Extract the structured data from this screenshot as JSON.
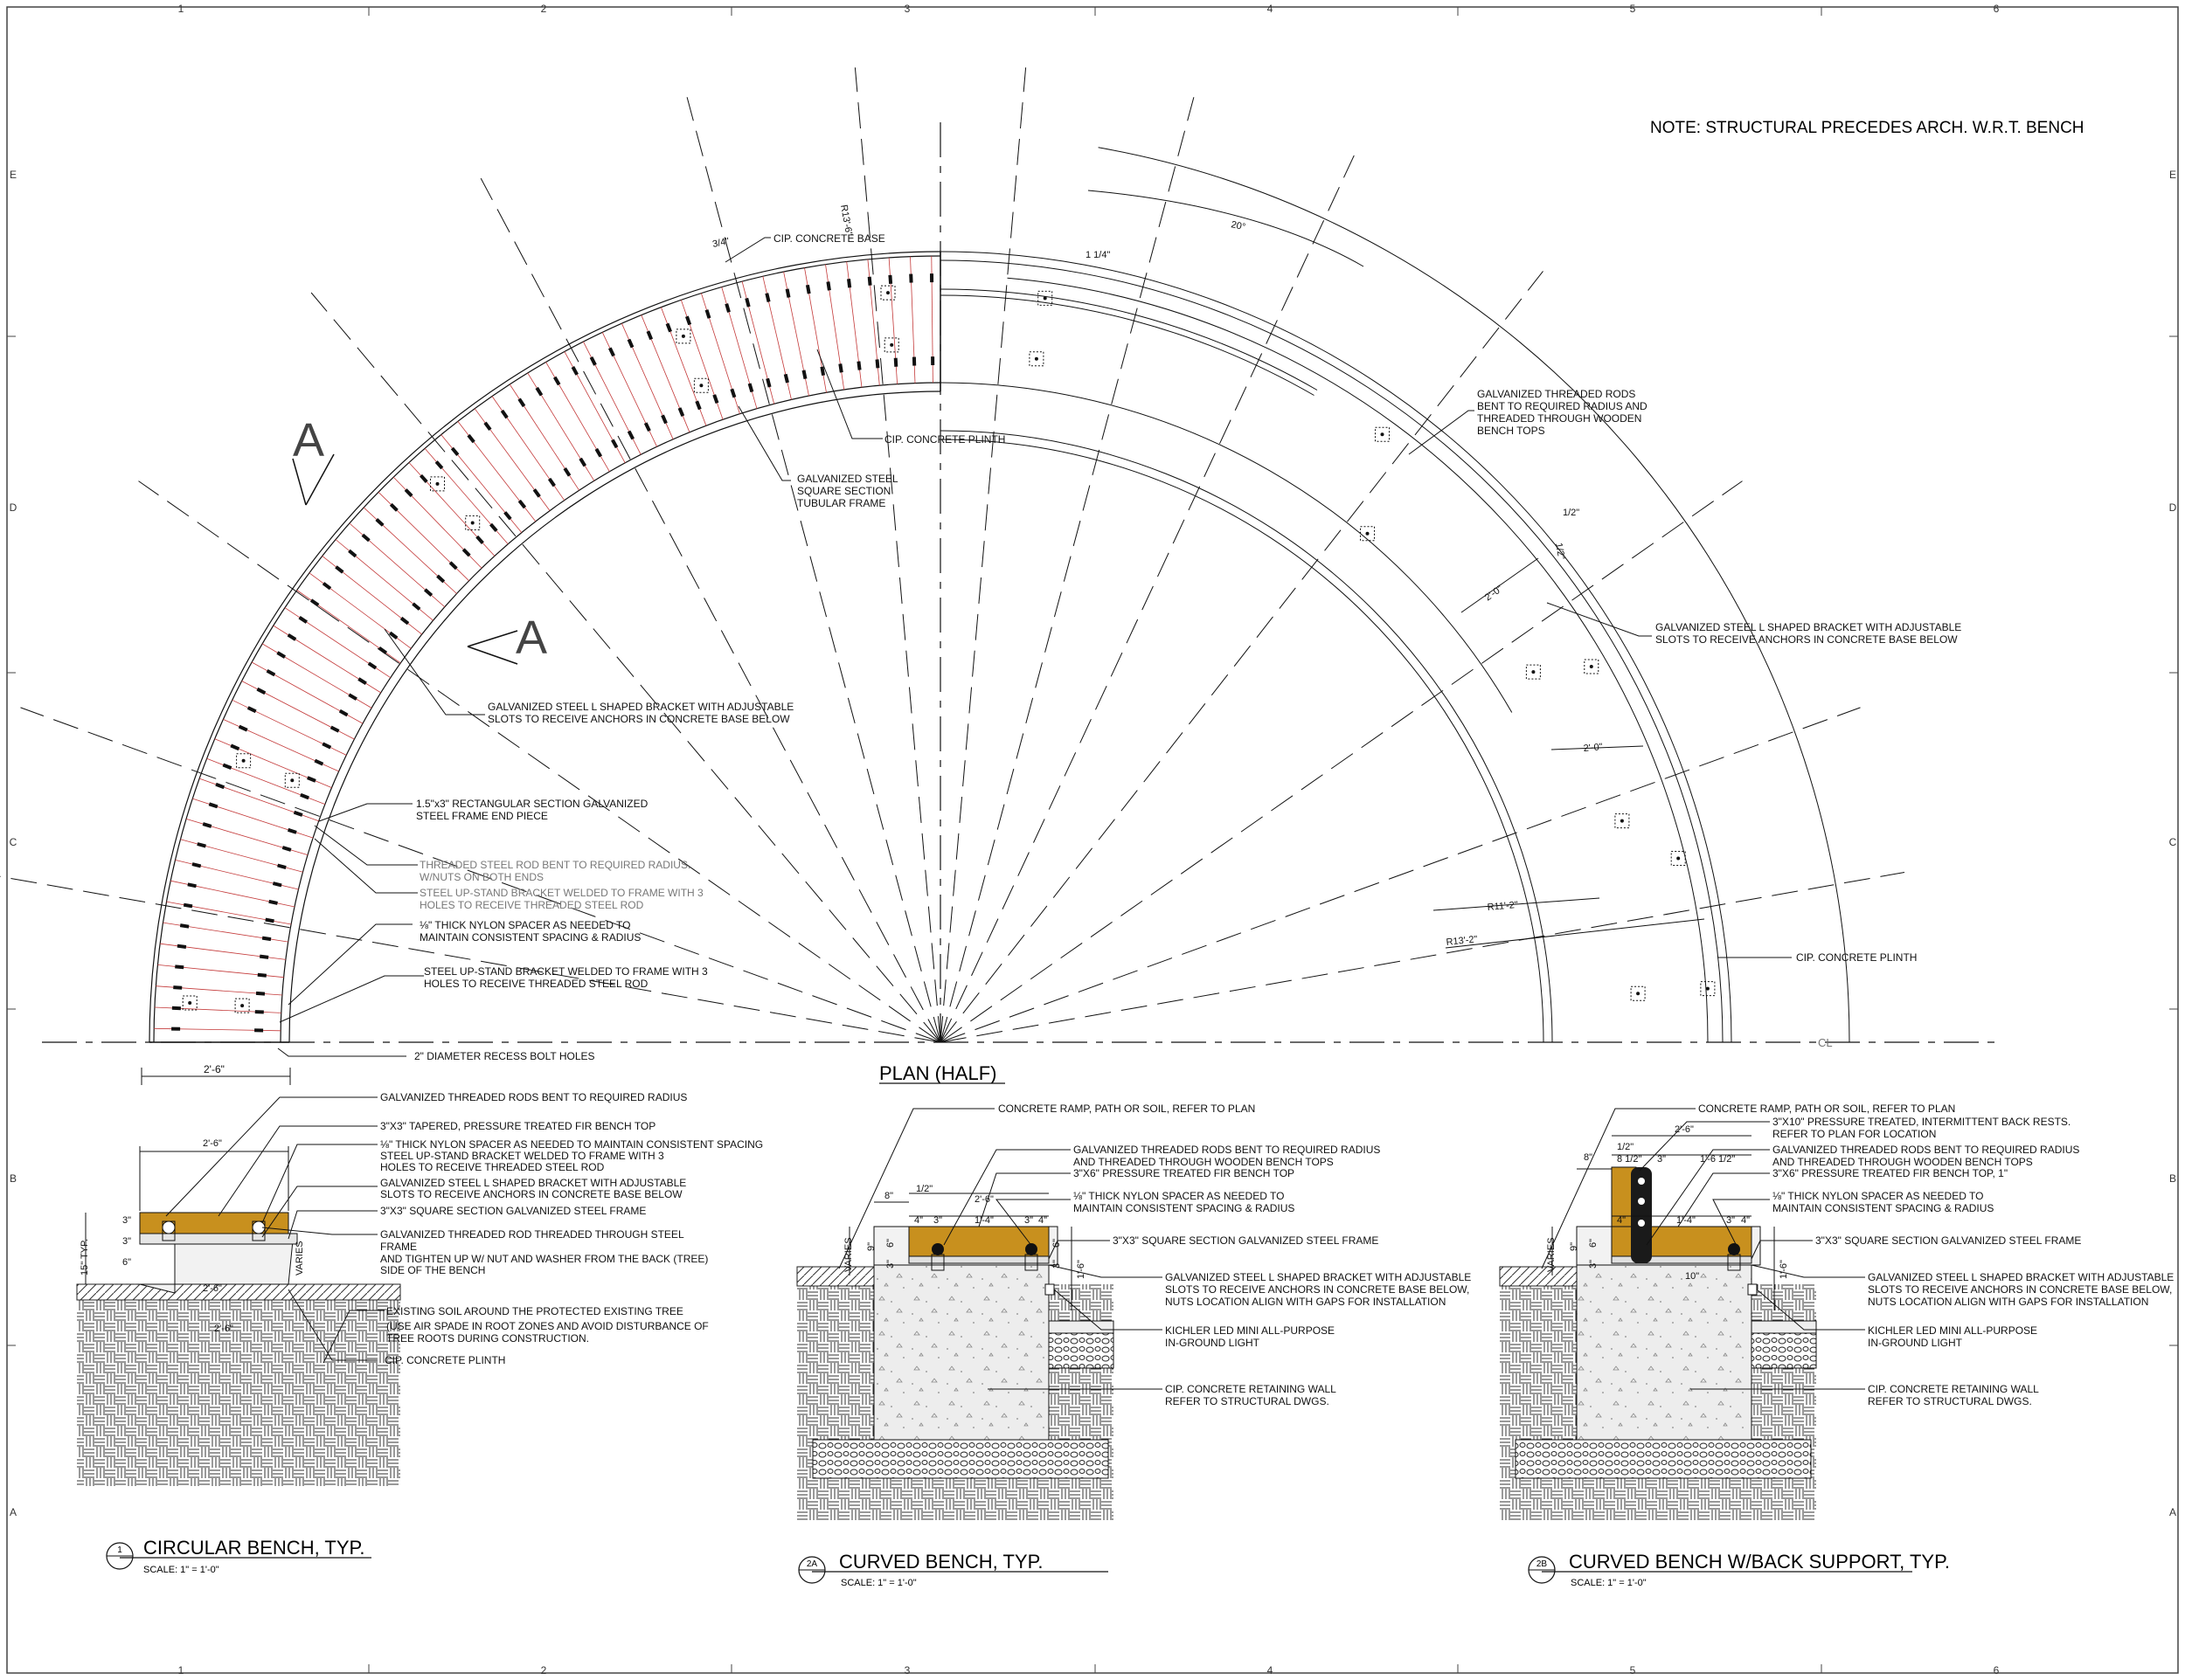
{
  "grid": {
    "columns": [
      "1",
      "2",
      "3",
      "4",
      "5",
      "6"
    ],
    "rows": [
      "E",
      "D",
      "C",
      "B",
      "A"
    ]
  },
  "note": "NOTE: STRUCTURAL PRECEDES ARCH. W.R.T. BENCH",
  "plan": {
    "title": "PLAN (HALF)",
    "cl_label": "CL",
    "section_marker": "A",
    "dims": {
      "r_outer_top": "R13'-6\"",
      "inch_34": "3/4\"",
      "inch_114": "1 1/4\"",
      "angle": "20°",
      "half_1": "1/2\"",
      "half_2": "1/2\"",
      "two_ft_a": "2'-0\"",
      "two_ft_b": "2'-0\"",
      "r_inner": "R11'-2\"",
      "r_outer": "R13'-2\"",
      "width": "2'-6\""
    },
    "callouts": {
      "cip_base": "CIP. CONCRETE BASE",
      "cip_plinth_top": "CIP. CONCRETE PLINTH",
      "tubular_1": "GALVANIZED STEEL",
      "tubular_2": "SQUARE SECTION",
      "tubular_3": "TUBULAR FRAME",
      "rods_1": "GALVANIZED THREADED RODS",
      "rods_2": "BENT TO REQUIRED RADIUS AND",
      "rods_3": "THREADED THROUGH WOODEN",
      "rods_4": "BENCH TOPS",
      "bracket_r_1": "GALVANIZED STEEL L SHAPED BRACKET WITH ADJUSTABLE",
      "bracket_r_2": "SLOTS TO RECEIVE ANCHORS IN CONCRETE BASE BELOW",
      "bracket_l_1": "GALVANIZED STEEL L SHAPED BRACKET WITH ADJUSTABLE",
      "bracket_l_2": "SLOTS TO RECEIVE ANCHORS IN CONCRETE BASE BELOW",
      "endpiece_1": "1.5\"x3\" RECTANGULAR SECTION GALVANIZED",
      "endpiece_2": "STEEL FRAME END PIECE",
      "rod_1": "THREADED STEEL ROD BENT TO REQUIRED RADIUS.",
      "rod_2": "W/NUTS ON BOTH ENDS",
      "upstand_a_1": "STEEL UP-STAND BRACKET WELDED TO FRAME WITH 3",
      "upstand_a_2": "HOLES TO RECEIVE THREADED STEEL ROD",
      "spacer_1": "⅛\" THICK NYLON SPACER AS NEEDED TO",
      "spacer_2": "MAINTAIN CONSISTENT SPACING & RADIUS",
      "upstand_b_1": "STEEL UP-STAND BRACKET WELDED TO FRAME WITH 3",
      "upstand_b_2": "HOLES TO RECEIVE THREADED STEEL ROD",
      "bolt_holes": "2\" DIAMETER RECESS BOLT HOLES",
      "cip_plinth_right": "CIP. CONCRETE PLINTH"
    }
  },
  "detail1": {
    "num": "1",
    "title": "CIRCULAR BENCH, TYP.",
    "scale": "SCALE:  1\" = 1'-0\"",
    "dims": {
      "w1": "2'-6\"",
      "typ": "15\" TYP.",
      "d3a": "3\"",
      "d3b": "3\"",
      "d6": "6\"",
      "varies": "VARIES",
      "w2": "2'-6\"",
      "w3": "2'-6\""
    },
    "notes": {
      "n1": "GALVANIZED THREADED RODS BENT TO REQUIRED RADIUS",
      "n2": "3\"X3\" TAPERED, PRESSURE TREATED FIR BENCH TOP",
      "n3": "⅛\" THICK NYLON SPACER AS NEEDED TO MAINTAIN CONSISTENT SPACING",
      "n4a": "STEEL UP-STAND BRACKET WELDED TO FRAME WITH 3",
      "n4b": "HOLES TO RECEIVE THREADED STEEL ROD",
      "n5a": "GALVANIZED STEEL L SHAPED BRACKET WITH ADJUSTABLE",
      "n5b": "SLOTS TO RECEIVE ANCHORS IN CONCRETE BASE BELOW",
      "n6": "3\"X3\" SQUARE SECTION GALVANIZED STEEL FRAME",
      "n7a": "GALVANIZED THREADED ROD THREADED THROUGH STEEL",
      "n7b": "FRAME",
      "n7c": "AND TIGHTEN UP W/ NUT AND WASHER FROM THE BACK (TREE)",
      "n7d": "SIDE OF THE BENCH",
      "n8a": "EXISTING SOIL AROUND THE PROTECTED EXISTING TREE",
      "n8b": "(USE AIR SPADE IN ROOT ZONES AND AVOID DISTURBANCE OF",
      "n8c": "TREE ROOTS DURING CONSTRUCTION.",
      "n9": "CIP. CONCRETE PLINTH"
    }
  },
  "detail2a": {
    "num": "2A",
    "title": "CURVED BENCH, TYP.",
    "scale": "SCALE:  1\" = 1'-0\"",
    "dims": {
      "d8": "8\"",
      "half": "1/2\"",
      "w26": "2'-6\"",
      "d4": "4\"",
      "d3a": "3\"",
      "w14": "1'-4\"",
      "d3b": "3\"",
      "d4b": "4\"",
      "d9": "9\"",
      "d6": "6\"",
      "d3c": "3\"",
      "d6b": "6\"",
      "d3d": "3\"",
      "h16": "1'-6\"",
      "varies": "VARIES"
    },
    "notes": {
      "n1": "CONCRETE RAMP, PATH OR SOIL, REFER TO PLAN",
      "n2a": "GALVANIZED THREADED RODS BENT TO REQUIRED RADIUS",
      "n2b": "AND THREADED  THROUGH WOODEN BENCH TOPS",
      "n3": "3\"X6\" PRESSURE TREATED FIR BENCH TOP",
      "n4a": "⅛\" THICK NYLON SPACER AS NEEDED TO",
      "n4b": "MAINTAIN CONSISTENT SPACING & RADIUS",
      "n5": "3\"X3\" SQUARE SECTION GALVANIZED STEEL FRAME",
      "n6a": "GALVANIZED STEEL L SHAPED BRACKET WITH ADJUSTABLE",
      "n6b": "SLOTS TO RECEIVE ANCHORS IN CONCRETE BASE BELOW,",
      "n6c": "NUTS LOCATION ALIGN WITH GAPS FOR INSTALLATION",
      "n7a": "KICHLER LED MINI ALL-PURPOSE",
      "n7b": "IN-GROUND LIGHT",
      "n8a": "CIP. CONCRETE RETAINING WALL",
      "n8b": "REFER TO STRUCTURAL DWGS."
    }
  },
  "detail2b": {
    "num": "2B",
    "title": "CURVED BENCH W/BACK SUPPORT, TYP.",
    "scale": "SCALE:  1\" = 1'-0\"",
    "dims": {
      "d8": "8\"",
      "half": "1/2\"",
      "w26": "2'-6\"",
      "w812": "8 1/2\"",
      "d3": "3\"",
      "w1612": "1'-6 1/2\"",
      "d4": "4\"",
      "w14": "1'-4\"",
      "d3b": "3\"",
      "d4b": "4\"",
      "d10": "10\"",
      "d9": "9\"",
      "d6": "6\"",
      "d3c": "3\"",
      "h16": "1'-6\"",
      "varies": "VARIES"
    },
    "notes": {
      "n1": "CONCRETE RAMP, PATH OR SOIL, REFER TO PLAN",
      "n2a": "3\"X10\" PRESSURE TREATED, INTERMITTENT BACK RESTS.",
      "n2b": "REFER TO PLAN FOR LOCATION",
      "n3a": "GALVANIZED THREADED RODS BENT TO REQUIRED RADIUS",
      "n3b": "AND THREADED  THROUGH WOODEN BENCH TOPS",
      "n4": "3\"X6\" PRESSURE TREATED FIR BENCH TOP, 1\"",
      "n5a": "⅛\" THICK NYLON SPACER AS NEEDED TO",
      "n5b": "MAINTAIN CONSISTENT SPACING & RADIUS",
      "n6": "3\"X3\" SQUARE SECTION GALVANIZED STEEL FRAME",
      "n7a": "GALVANIZED STEEL L SHAPED BRACKET WITH ADJUSTABLE",
      "n7b": "SLOTS TO RECEIVE ANCHORS IN CONCRETE BASE BELOW,",
      "n7c": "NUTS LOCATION ALIGN WITH GAPS FOR INSTALLATION",
      "n8a": "KICHLER LED MINI ALL-PURPOSE",
      "n8b": "IN-GROUND LIGHT",
      "n9a": "CIP. CONCRETE RETAINING WALL",
      "n9b": "REFER TO STRUCTURAL DWGS."
    }
  },
  "colors": {
    "wood": "#c8901e",
    "line": "#111111",
    "gray": "#777777"
  }
}
